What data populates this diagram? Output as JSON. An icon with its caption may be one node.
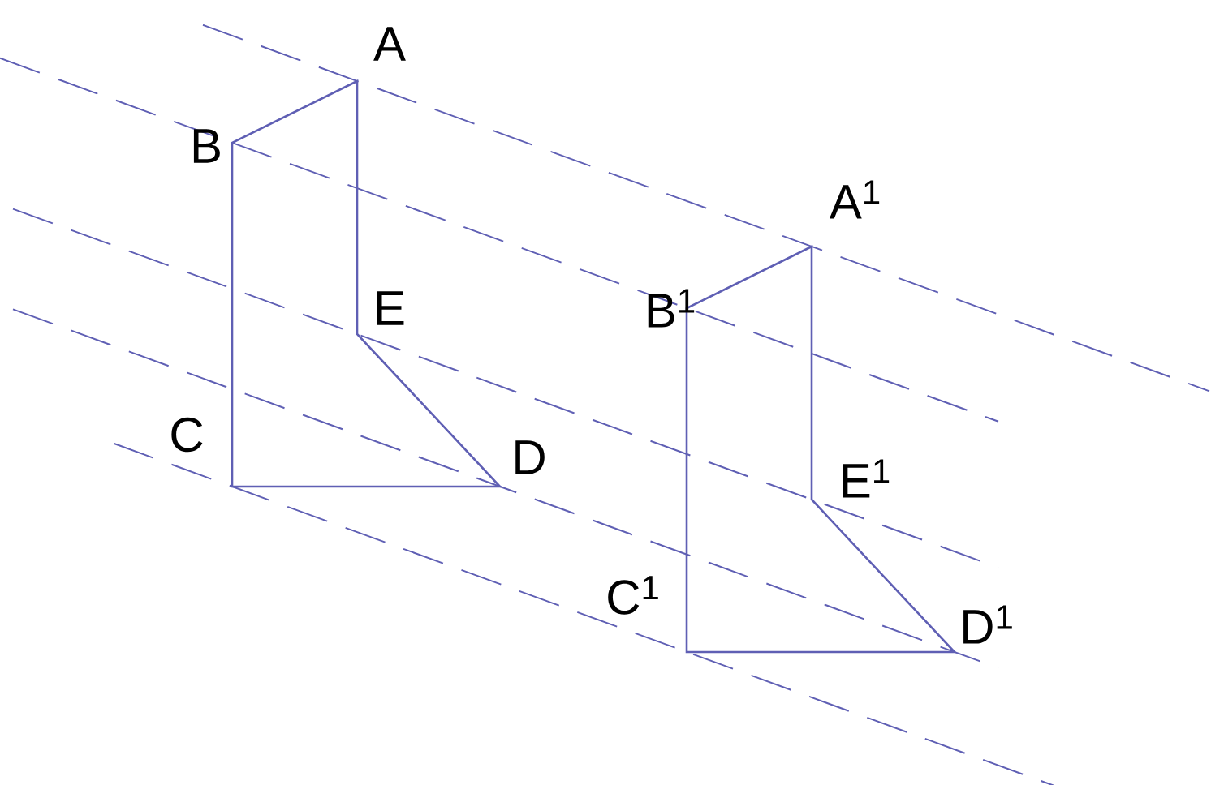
{
  "diagram": {
    "labels": [
      "A",
      "B",
      "A$^{1}$",
      "E",
      "B$^{1}$",
      "C",
      "D",
      "E$^{1}$",
      "C$^{1}$",
      "D$^{1}$"
    ]
  }
}
